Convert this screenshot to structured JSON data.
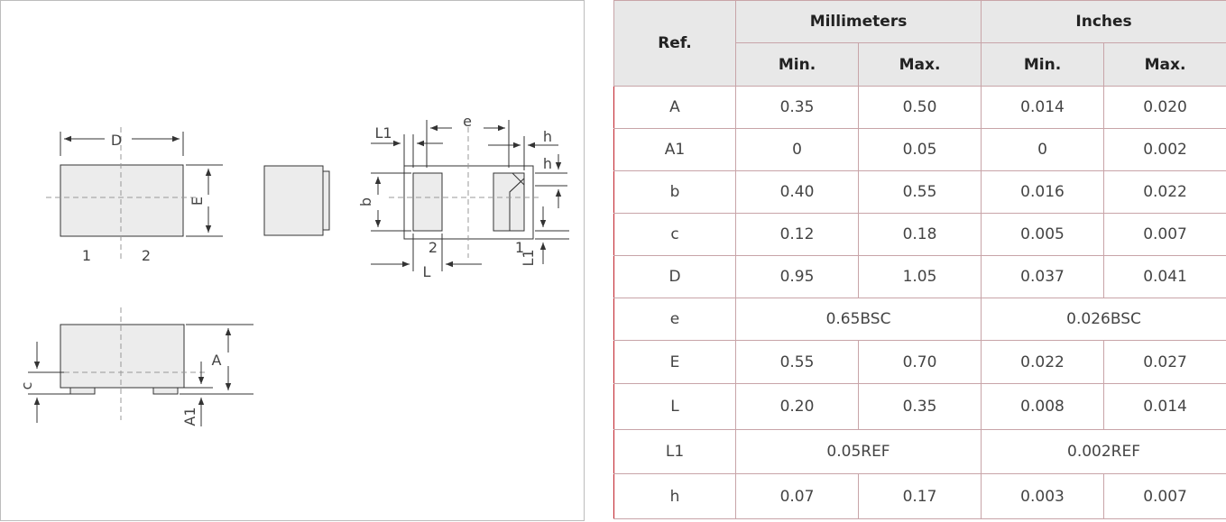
{
  "drawing": {
    "labels": {
      "D": "D",
      "E": "E",
      "pin1": "1",
      "pin2": "2",
      "L1_top": "L1",
      "e": "e",
      "h_top": "h",
      "h_second": "h",
      "b": "b",
      "pin2_bottom": "2",
      "pin1_bottom": "1",
      "L1_side": "L1",
      "L": "L",
      "A": "A",
      "c": "c",
      "A1": "A1"
    }
  },
  "table": {
    "headers": {
      "ref": "Ref.",
      "mm": "Millimeters",
      "inches": "Inches",
      "mm_min": "Min.",
      "mm_max": "Max.",
      "in_min": "Min.",
      "in_max": "Max."
    },
    "rows": [
      {
        "ref": "A",
        "mm_min": "0.35",
        "mm_max": "0.50",
        "in_min": "0.014",
        "in_max": "0.020"
      },
      {
        "ref": "A1",
        "mm_min": "0",
        "mm_max": "0.05",
        "in_min": "0",
        "in_max": "0.002"
      },
      {
        "ref": "b",
        "mm_min": "0.40",
        "mm_max": "0.55",
        "in_min": "0.016",
        "in_max": "0.022"
      },
      {
        "ref": "c",
        "mm_min": "0.12",
        "mm_max": "0.18",
        "in_min": "0.005",
        "in_max": "0.007"
      },
      {
        "ref": "D",
        "mm_min": "0.95",
        "mm_max": "1.05",
        "in_min": "0.037",
        "in_max": "0.041"
      },
      {
        "ref": "e",
        "mm_span": "0.65BSC",
        "in_span": "0.026BSC"
      },
      {
        "ref": "E",
        "mm_min": "0.55",
        "mm_max": "0.70",
        "in_min": "0.022",
        "in_max": "0.027"
      },
      {
        "ref": "L",
        "mm_min": "0.20",
        "mm_max": "0.35",
        "in_min": "0.008",
        "in_max": "0.014"
      },
      {
        "ref": "L1",
        "mm_span": "0.05REF",
        "in_span": "0.002REF"
      },
      {
        "ref": "h",
        "mm_min": "0.07",
        "mm_max": "0.17",
        "in_min": "0.003",
        "in_max": "0.007"
      }
    ]
  }
}
